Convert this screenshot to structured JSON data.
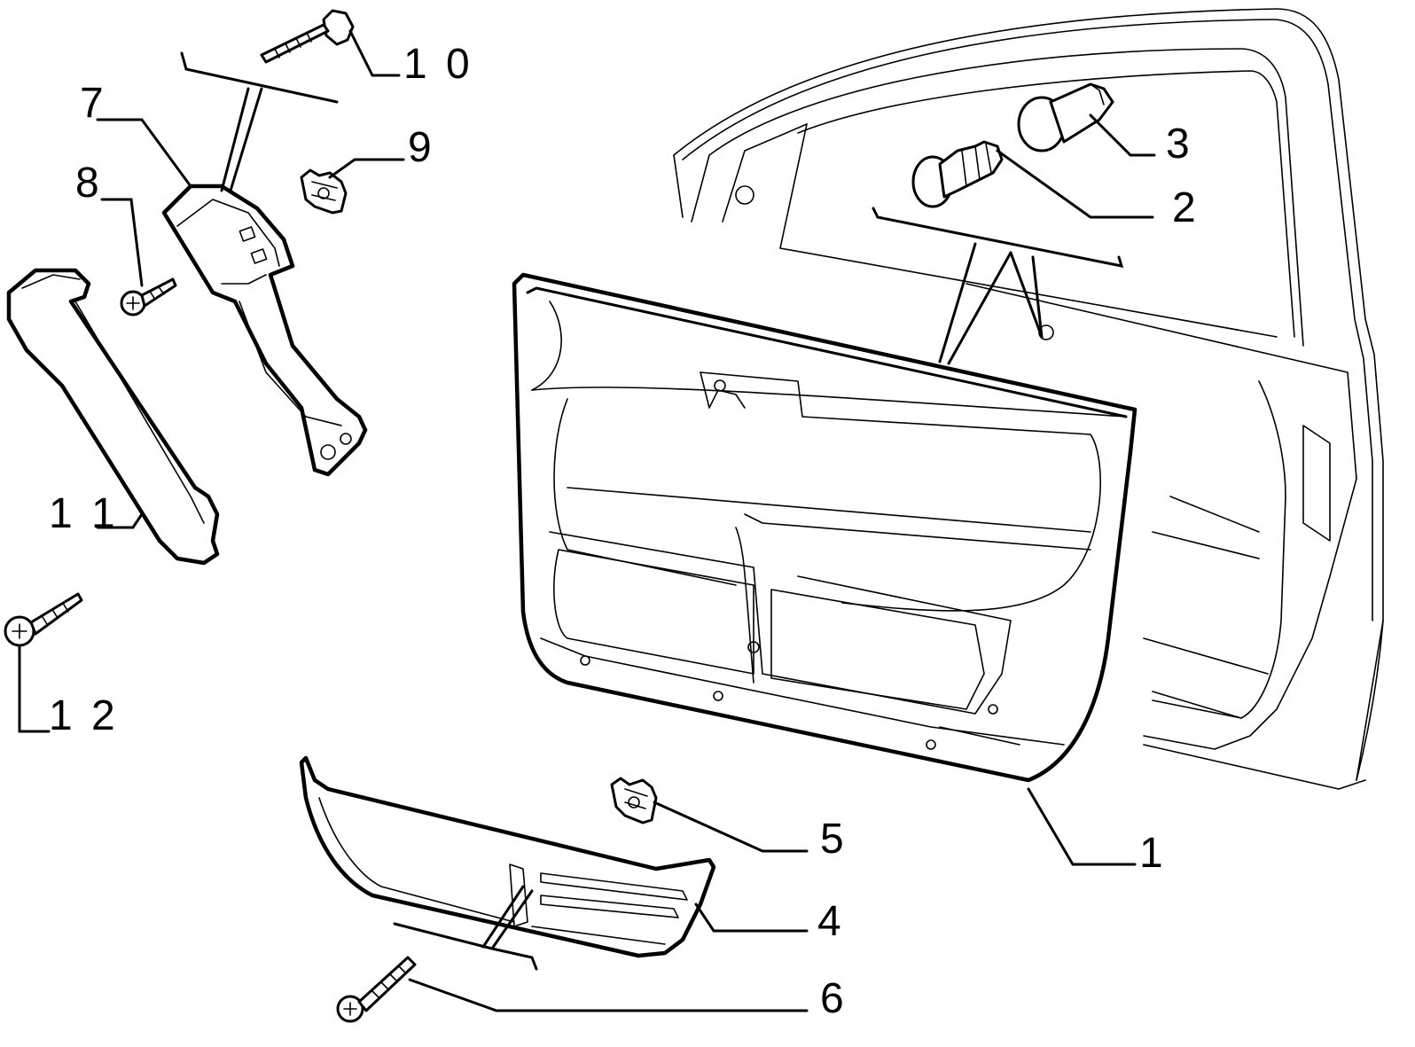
{
  "diagram": {
    "callouts": [
      {
        "id": "1",
        "text": "1"
      },
      {
        "id": "2",
        "text": "2"
      },
      {
        "id": "3",
        "text": "3"
      },
      {
        "id": "4",
        "text": "4"
      },
      {
        "id": "5",
        "text": "5"
      },
      {
        "id": "6",
        "text": "6"
      },
      {
        "id": "7",
        "text": "7"
      },
      {
        "id": "8",
        "text": "8"
      },
      {
        "id": "9",
        "text": "9"
      },
      {
        "id": "10",
        "text": "1 0"
      },
      {
        "id": "11",
        "text": "1 1"
      },
      {
        "id": "12",
        "text": "1 2"
      }
    ]
  }
}
